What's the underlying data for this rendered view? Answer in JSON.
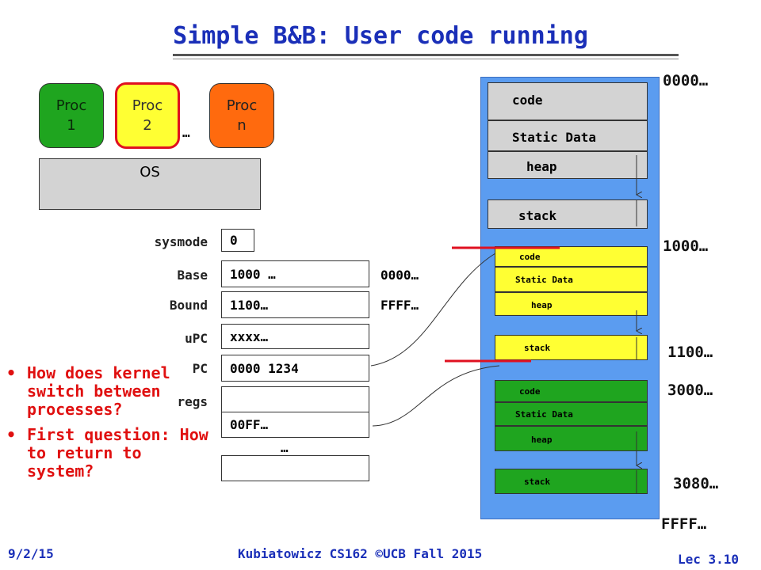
{
  "title": "Simple B&B: User code running",
  "processes": [
    {
      "label": "Proc\n1",
      "color": "#1fa51f"
    },
    {
      "label": "Proc\n2",
      "color": "#ffff33"
    },
    {
      "label": "Proc\nn",
      "color": "#ff6a0e"
    }
  ],
  "proc_ellipsis": "…",
  "os_label": "OS",
  "registers": {
    "sysmode": {
      "label": "sysmode",
      "value": "0"
    },
    "base": {
      "label": "Base",
      "value": "1000 …",
      "side": "0000…"
    },
    "bound": {
      "label": "Bound",
      "value": "1100…",
      "side": "FFFF…"
    },
    "upc": {
      "label": "uPC",
      "value": "xxxx…"
    },
    "pc": {
      "label": "PC",
      "value": "0000 1234"
    },
    "regs": {
      "label": "regs",
      "value2": "00FF…",
      "ellipsis": "…"
    }
  },
  "memory": {
    "os_segments": {
      "code": "code",
      "static": "Static Data",
      "heap": "heap",
      "stack": "stack"
    },
    "proc_segments": {
      "code": "code",
      "static": "Static Data",
      "heap": "heap",
      "stack": "stack"
    },
    "proc2_color": "#ffff33",
    "proc1_color": "#1fa51f",
    "os_seg_color": "#d3d3d3"
  },
  "addresses": [
    "0000…",
    "1000…",
    "1100…",
    "3000…",
    "3080…",
    "FFFF…"
  ],
  "bullets": [
    "How does kernel switch between processes?",
    "First question: How to return to system?"
  ],
  "footer": {
    "date": "9/2/15",
    "center": "Kubiatowicz CS162 ©UCB Fall 2015",
    "lec": "Lec 3.10"
  }
}
